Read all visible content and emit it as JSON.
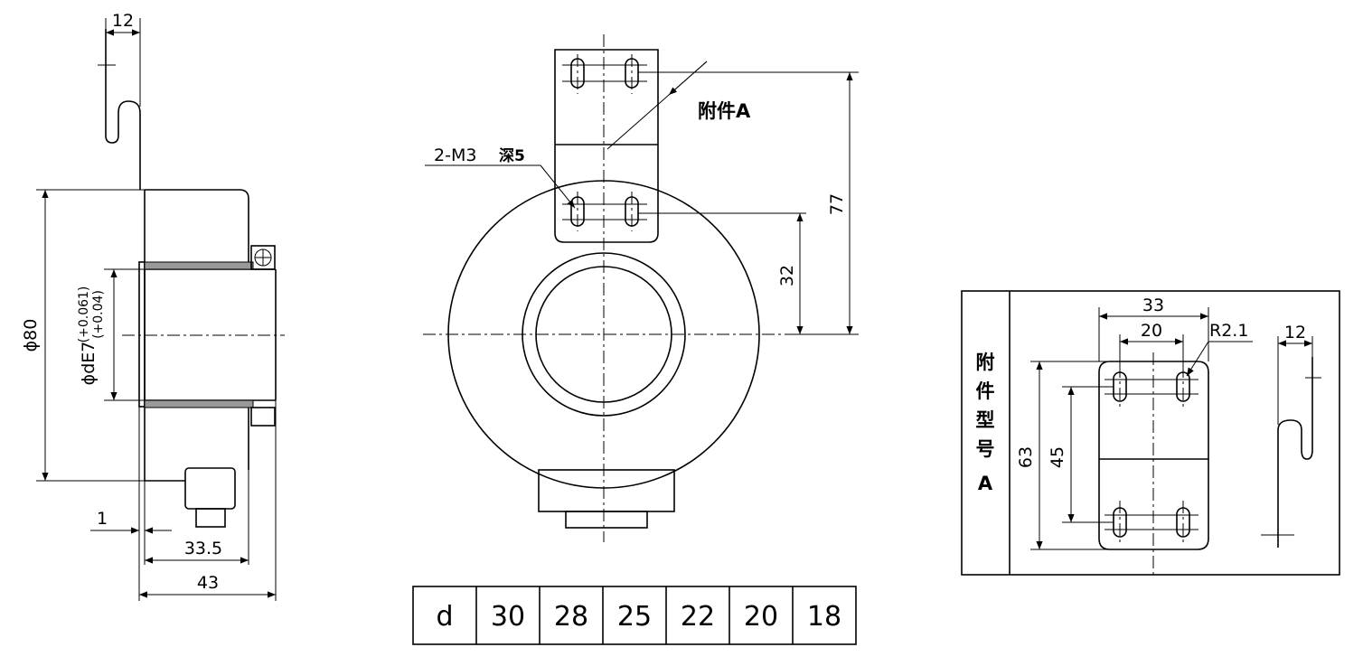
{
  "side_view": {
    "dim_top_width": "12",
    "dim_outer_diameter": "ϕ80",
    "dim_bore": "ϕdE7",
    "dim_bore_tol_upper": "(+0.061)",
    "dim_bore_tol_lower": "(+0.04)",
    "dim_flange": "1",
    "dim_body": "33.5",
    "dim_total": "43"
  },
  "front_view": {
    "label_attachment": "附件A",
    "label_thread": "2-M3",
    "label_thread_depth": "深5",
    "dim_height_77": "77",
    "dim_height_32": "32"
  },
  "bore_table": {
    "header": "d",
    "values": [
      "30",
      "28",
      "25",
      "22",
      "20",
      "18"
    ]
  },
  "attachment_panel": {
    "title_chars": [
      "附",
      "件",
      "型",
      "号"
    ],
    "title_model": "A",
    "dim_width_33": "33",
    "dim_width_20": "20",
    "dim_radius": "R2.1",
    "dim_spring_12": "12",
    "dim_height_63": "63",
    "dim_height_45": "45"
  }
}
